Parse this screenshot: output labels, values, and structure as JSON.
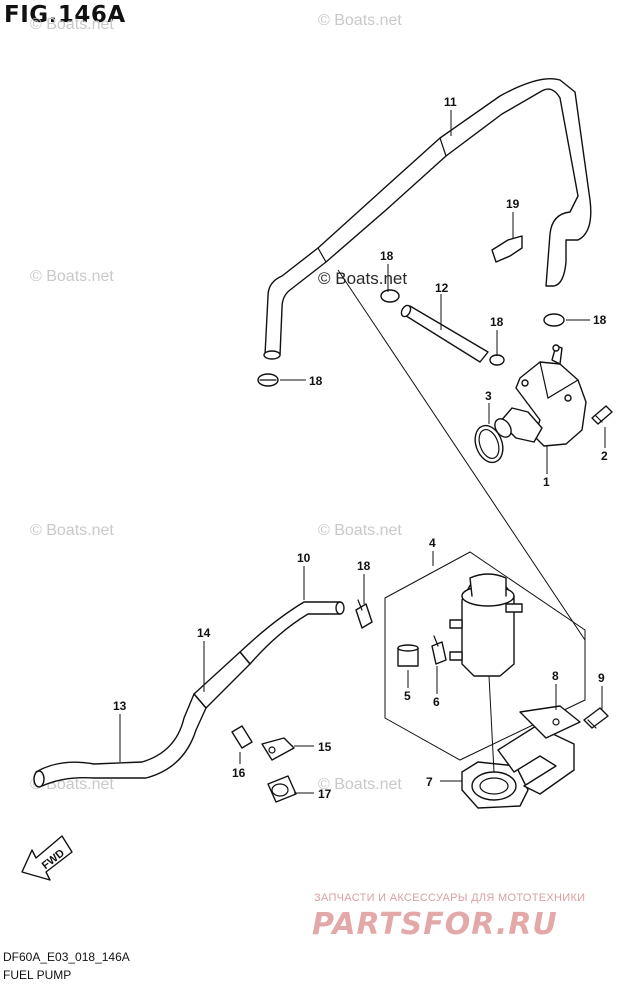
{
  "figure": {
    "title": "FIG.146A",
    "code": "DF60A_E03_018_146A",
    "caption": "FUEL PUMP"
  },
  "watermarks": {
    "text": "© Boats.net",
    "center_text": "© Boats.net"
  },
  "callouts": {
    "c1": "1",
    "c2": "2",
    "c3": "3",
    "c4": "4",
    "c5": "5",
    "c6": "6",
    "c7": "7",
    "c8": "8",
    "c9": "9",
    "c10": "10",
    "c11": "11",
    "c12": "12",
    "c13": "13",
    "c14": "14",
    "c15": "15",
    "c16": "16",
    "c17": "17",
    "c18": "18",
    "c19": "19"
  },
  "fwd_label": "FWD",
  "promo": {
    "subtitle": "ЗАПЧАСТИ И АКСЕССУАРЫ ДЛЯ МОТОТЕХНИКИ",
    "logo": "PARTSFOR.RU"
  },
  "colors": {
    "line": "#111111",
    "watermark": "#c9c9c9",
    "promo": "#e3a9a9"
  }
}
